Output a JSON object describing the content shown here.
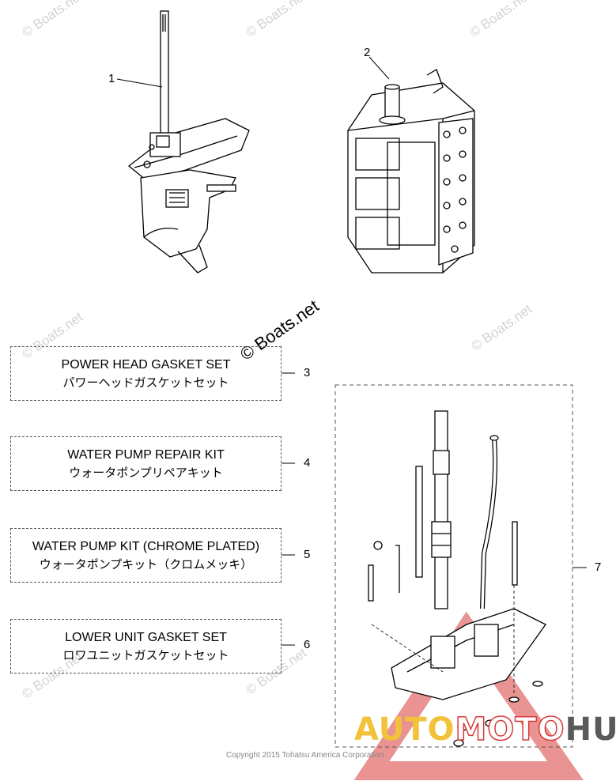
{
  "callouts": [
    "1",
    "2",
    "3",
    "4",
    "5",
    "6",
    "7"
  ],
  "kits": [
    {
      "en": "POWER HEAD GASKET SET",
      "jp": "パワーヘッドガスケットセット",
      "num": "3"
    },
    {
      "en": "WATER PUMP REPAIR KIT",
      "jp": "ウォータポンプリペアキット",
      "num": "4"
    },
    {
      "en": "WATER PUMP KIT (CHROME PLATED)",
      "jp": "ウォータポンプキット（クロムメッキ）",
      "num": "5"
    },
    {
      "en": "LOWER UNIT GASKET SET",
      "jp": "ロワユニットガスケットセット",
      "num": "6"
    }
  ],
  "watermark": {
    "text": "© Boats.net",
    "main": "© Boats.net"
  },
  "copyright": "Copyright 2015 Tohatsu America Corporation",
  "logo": {
    "part1": "AUTO",
    "part2": "MOTO",
    "part3": "HUB",
    "colors": {
      "auto": "#f2c23b",
      "moto": "#d83a3a",
      "hub": "#5a5a5a"
    }
  }
}
